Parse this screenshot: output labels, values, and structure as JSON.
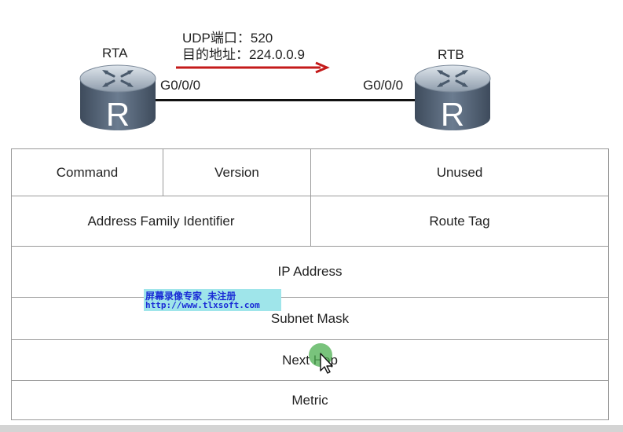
{
  "topology": {
    "rta": {
      "name": "RTA",
      "interface": "G0/0/0"
    },
    "rtb": {
      "name": "RTB",
      "interface": "G0/0/0"
    },
    "udp_port_line": "UDP端口：520",
    "dest_addr_line": "目的地址：224.0.0.9"
  },
  "packet": {
    "row1": {
      "command": "Command",
      "version": "Version",
      "unused": "Unused"
    },
    "row2": {
      "afi": "Address Family Identifier",
      "route_tag": "Route Tag"
    },
    "ip_address": "IP Address",
    "subnet_mask": "Subnet Mask",
    "next_hop": "Next Hop",
    "metric": "Metric"
  },
  "watermark": {
    "line1": "屏幕录像专家      未注册",
    "line2": "http://www.tlxsoft.com"
  },
  "colors": {
    "arrow": "#c41a1a",
    "router_body": "#5a6a7e",
    "router_top": "#b7c3cf",
    "cursor_highlight": "#4caf50"
  },
  "icons": [
    "router-icon",
    "mouse-cursor-icon"
  ]
}
